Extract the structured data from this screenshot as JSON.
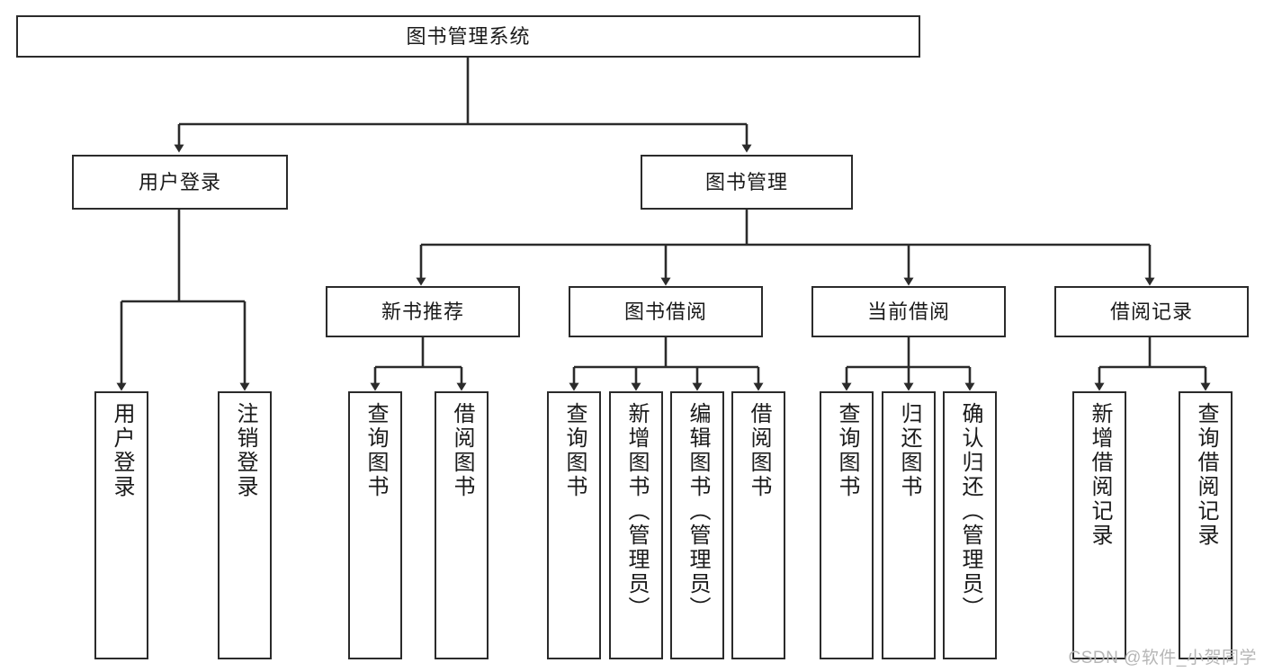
{
  "diagram": {
    "title": "图书管理系统",
    "type": "tree",
    "watermark": "CSDN @软件_小贺同学",
    "colors": {
      "stroke": "#2b2b2b",
      "fill": "#ffffff",
      "text": "#1a1a1a",
      "watermark": "#b6b6b6"
    },
    "nodes": {
      "root": {
        "label": "图书管理系统"
      },
      "level2": [
        {
          "id": "user-login",
          "label": "用户登录"
        },
        {
          "id": "book-manage",
          "label": "图书管理"
        }
      ],
      "level3": [
        {
          "id": "new-book-rec",
          "label": "新书推荐"
        },
        {
          "id": "book-borrow",
          "label": "图书借阅"
        },
        {
          "id": "current-borrow",
          "label": "当前借阅"
        },
        {
          "id": "borrow-record",
          "label": "借阅记录"
        }
      ],
      "leaves": [
        {
          "id": "leaf-user-login",
          "label": "用户登录",
          "parent": "user-login"
        },
        {
          "id": "leaf-logout",
          "label": "注销登录",
          "parent": "user-login"
        },
        {
          "id": "leaf-query-book-1",
          "label": "查询图书",
          "parent": "new-book-rec"
        },
        {
          "id": "leaf-borrow-book-1",
          "label": "借阅图书",
          "parent": "new-book-rec"
        },
        {
          "id": "leaf-query-book-2",
          "label": "查询图书",
          "parent": "book-borrow"
        },
        {
          "id": "leaf-add-book",
          "label": "新增图书（管理员）",
          "parent": "book-borrow"
        },
        {
          "id": "leaf-edit-book",
          "label": "编辑图书（管理员）",
          "parent": "book-borrow"
        },
        {
          "id": "leaf-borrow-book-2",
          "label": "借阅图书",
          "parent": "book-borrow"
        },
        {
          "id": "leaf-query-book-3",
          "label": "查询图书",
          "parent": "current-borrow"
        },
        {
          "id": "leaf-return-book",
          "label": "归还图书",
          "parent": "current-borrow"
        },
        {
          "id": "leaf-confirm-return",
          "label": "确认归还（管理员）",
          "parent": "current-borrow"
        },
        {
          "id": "leaf-add-record",
          "label": "新增借阅记录",
          "parent": "borrow-record"
        },
        {
          "id": "leaf-query-record",
          "label": "查询借阅记录",
          "parent": "borrow-record"
        }
      ]
    }
  }
}
